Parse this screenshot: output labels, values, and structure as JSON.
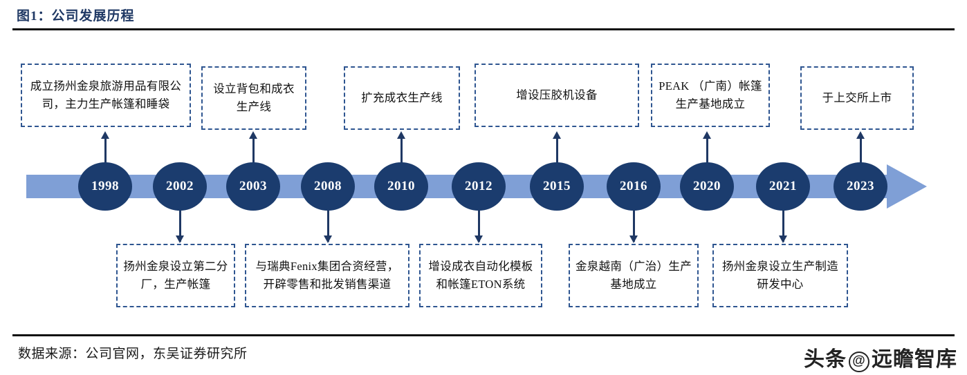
{
  "figure": {
    "title": "图1：公司发展历程",
    "source": "数据来源：公司官网，东吴证券研究所",
    "watermark_left": "头条",
    "watermark_at": "@",
    "watermark_right": "远瞻智库"
  },
  "colors": {
    "title": "#1F3864",
    "node_fill": "#1b3c6e",
    "node_text": "#ffffff",
    "bar": "#7f9fd6",
    "box_border": "#2e5590",
    "rule": "#0d0d0d"
  },
  "chart_data": {
    "type": "timeline",
    "title": "公司发展历程",
    "orientation": "horizontal",
    "milestones": [
      {
        "year": "1998",
        "side": "top",
        "text": "成立扬州金泉旅游用品有限公司，主力生产帐篷和睡袋"
      },
      {
        "year": "2002",
        "side": "bottom",
        "text": "扬州金泉设立第二分厂，生产帐篷"
      },
      {
        "year": "2003",
        "side": "top",
        "text": "设立背包和成衣生产线"
      },
      {
        "year": "2008",
        "side": "bottom",
        "text": "与瑞典Fenix集团合资经营，开辟零售和批发销售渠道"
      },
      {
        "year": "2010",
        "side": "top",
        "text": "扩充成衣生产线"
      },
      {
        "year": "2012",
        "side": "bottom",
        "text": "增设成衣自动化模板和帐篷ETON系统"
      },
      {
        "year": "2015",
        "side": "top",
        "text": "增设压胶机设备"
      },
      {
        "year": "2016",
        "side": "bottom",
        "text": "金泉越南（广治）生产基地成立"
      },
      {
        "year": "2020",
        "side": "top",
        "text": "PEAK （广南）帐篷生产基地成立"
      },
      {
        "year": "2021",
        "side": "bottom",
        "text": "扬州金泉设立生产制造研发中心"
      },
      {
        "year": "2023",
        "side": "top",
        "text": "于上交所上市"
      }
    ]
  },
  "nodes": {
    "0": {
      "year": "1998"
    },
    "1": {
      "year": "2002"
    },
    "2": {
      "year": "2003"
    },
    "3": {
      "year": "2008"
    },
    "4": {
      "year": "2010"
    },
    "5": {
      "year": "2012"
    },
    "6": {
      "year": "2015"
    },
    "7": {
      "year": "2016"
    },
    "8": {
      "year": "2020"
    },
    "9": {
      "year": "2021"
    },
    "10": {
      "year": "2023"
    }
  },
  "callouts": {
    "top": [
      {
        "text": "成立扬州金泉旅游用品有限公司，主力生产帐篷和睡袋"
      },
      {
        "text": "设立背包和成衣生产线"
      },
      {
        "text": "扩充成衣生产线"
      },
      {
        "text": "增设压胶机设备"
      },
      {
        "text": "PEAK （广南）帐篷生产基地成立"
      },
      {
        "text": "于上交所上市"
      }
    ],
    "bottom": [
      {
        "text": "扬州金泉设立第二分厂，生产帐篷"
      },
      {
        "text": "与瑞典Fenix集团合资经营，开辟零售和批发销售渠道"
      },
      {
        "text": "增设成衣自动化模板和帐篷ETON系统"
      },
      {
        "text": "金泉越南（广治）生产基地成立"
      },
      {
        "text": "扬州金泉设立生产制造研发中心"
      }
    ]
  }
}
